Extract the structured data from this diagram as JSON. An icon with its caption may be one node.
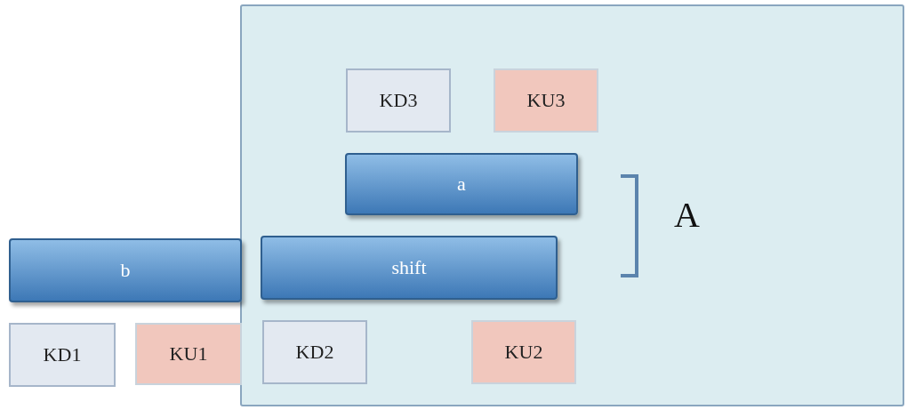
{
  "diagram": {
    "nodes": [
      {
        "text": [],
        "shape": "box"
      },
      {
        "text": [
          "KD3"
        ],
        "in": 0
      },
      {
        "text": [
          "KU3"
        ],
        "in": 0
      },
      {
        "text": [
          "a"
        ],
        "in": 0
      },
      {
        "text": [
          "b"
        ]
      },
      {
        "text": [
          "shift"
        ],
        "in": 0
      },
      {
        "text": [
          "KD1"
        ]
      },
      {
        "text": [
          "KU1"
        ]
      },
      {
        "text": [
          "KD2"
        ],
        "in": 0
      },
      {
        "text": [
          "KU2"
        ],
        "in": 0
      }
    ],
    "edges": [],
    "labels": [
      "A"
    ]
  }
}
